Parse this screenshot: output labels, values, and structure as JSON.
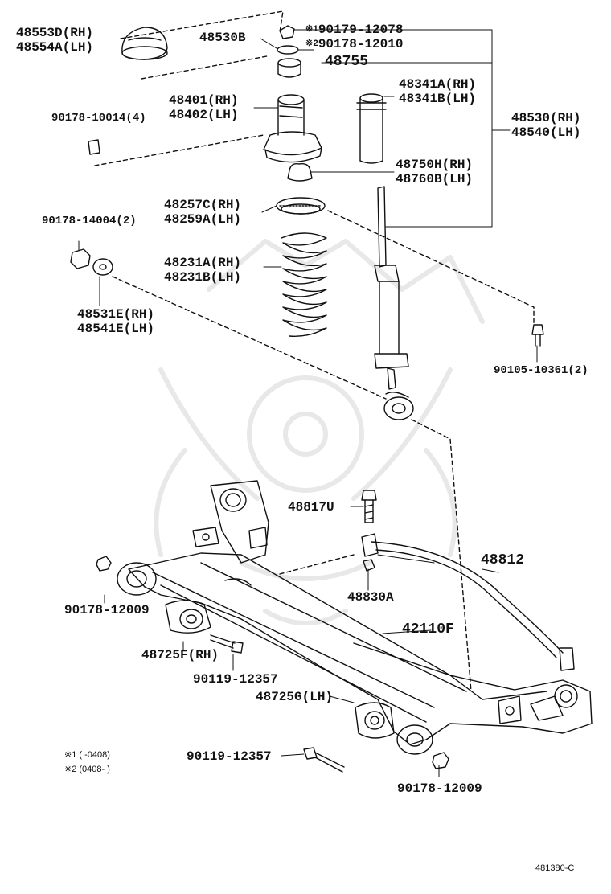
{
  "parts": {
    "p48553D": "48553D(RH)",
    "p48554A": "48554A(LH)",
    "p48530B": "48530B",
    "p90179": "90179-12078",
    "p90178_12010": "90178-12010",
    "mark1": "※1",
    "mark2": "※2",
    "p48755": "48755",
    "p48341A": "48341A(RH)",
    "p48341B": "48341B(LH)",
    "p48401": "48401(RH)",
    "p48402": "48402(LH)",
    "p90178_10014": "90178-10014(4)",
    "p48530": "48530(RH)",
    "p48540": "48540(LH)",
    "p48750H": "48750H(RH)",
    "p48760B": "48760B(LH)",
    "p48257C": "48257C(RH)",
    "p48259A": "48259A(LH)",
    "p90178_14004": "90178-14004(2)",
    "p48231A": "48231A(RH)",
    "p48231B": "48231B(LH)",
    "p48531E": "48531E(RH)",
    "p48541E": "48541E(LH)",
    "p90105": "90105-10361(2)",
    "p48817U": "48817U",
    "p48812": "48812",
    "p48830A": "48830A",
    "p90178_12009a": "90178-12009",
    "p42110F": "42110F",
    "p48725F": "48725F(RH)",
    "p90119a": "90119-12357",
    "p48725G": "48725G(LH)",
    "p90119b": "90119-12357",
    "p90178_12009b": "90178-12009"
  },
  "notes": {
    "n1": "※1 (       -0408)",
    "n2": "※2 (0408-       )"
  },
  "ref": "481380-C"
}
